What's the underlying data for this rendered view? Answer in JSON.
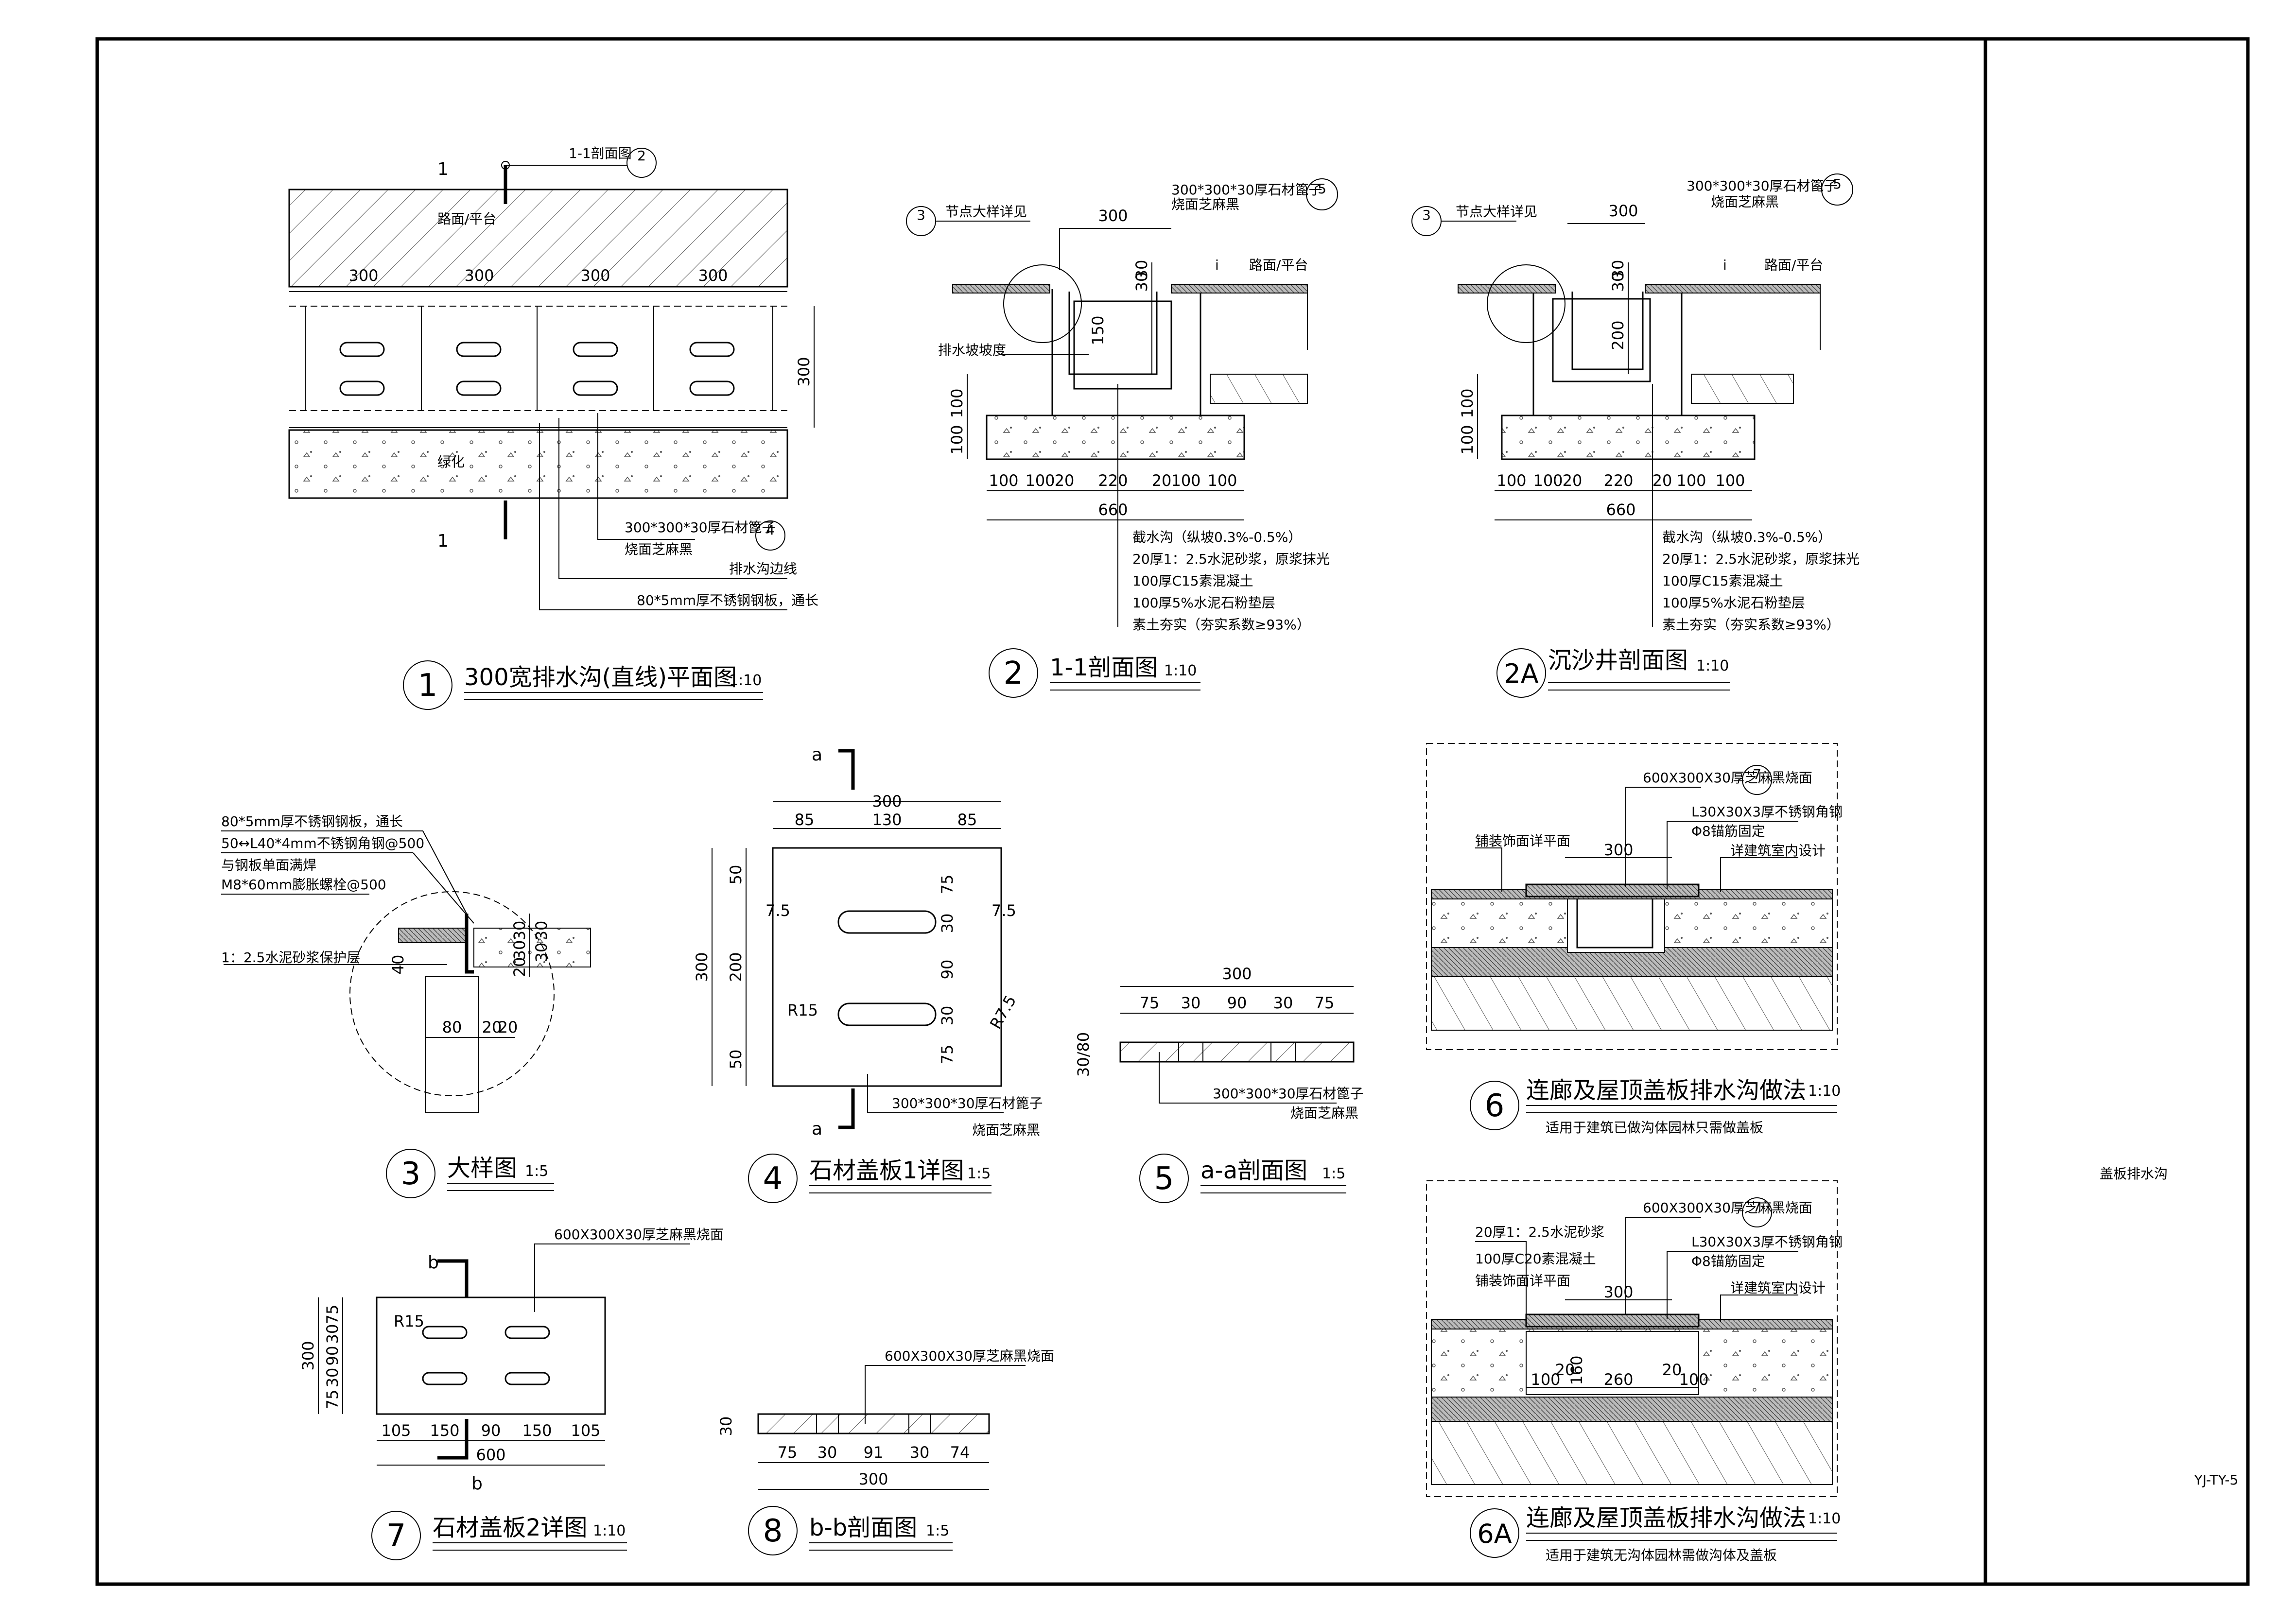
{
  "sheet": {
    "side_title": "盖板排水沟",
    "drawing_no": "YJ-TY-5"
  },
  "d1": {
    "title": "300宽排水沟(直线)平面图",
    "scale": "1:10",
    "num": "1",
    "section_mark": "1",
    "section_ref": "1-1剖面图",
    "section_ref_num": "2",
    "road": "路面/平台",
    "green": "绿化",
    "dims": [
      "300",
      "300",
      "300",
      "300"
    ],
    "dim_side": "300",
    "note1": "300*300*30厚石材篦子",
    "note1_b": "烧面芝麻黑",
    "note1_ref": "4",
    "note2": "排水沟边线",
    "note3": "80*5mm厚不锈钢钢板，通长"
  },
  "d2": {
    "title": "1-1剖面图",
    "scale": "1:10",
    "num": "2",
    "ref_detail": "节点大样详见",
    "ref_detail_num": "3",
    "cover": "300*300*30厚石材篦子",
    "cover_b": "烧面芝麻黑",
    "cover_ref": "5",
    "top_dim": "300",
    "road": "路面/平台",
    "slope_i": "i",
    "v_dims": [
      "30",
      "30",
      "150",
      "100",
      "100"
    ],
    "label_slope": "排水坡坡度",
    "h_dims": [
      "100",
      "100",
      "20",
      "220",
      "20",
      "100",
      "100"
    ],
    "total": "660",
    "layers": [
      "截水沟（纵坡0.3%-0.5%）",
      "20厚1：2.5水泥砂浆，原浆抹光",
      "100厚C15素混凝土",
      "100厚5%水泥石粉垫层",
      "素土夯实（夯实系数≥93%）"
    ]
  },
  "d2a": {
    "title": "沉沙井剖面图",
    "scale": "1:10",
    "num": "2A",
    "ref_detail": "节点大样详见",
    "ref_detail_num": "3",
    "cover": "300*300*30厚石材篦子",
    "cover_b": "烧面芝麻黑",
    "cover_ref": "5",
    "top_dim": "300",
    "road": "路面/平台",
    "slope_i": "i",
    "v_dims": [
      "30",
      "30",
      "200",
      "100",
      "100"
    ],
    "h_dims": [
      "100",
      "100",
      "20",
      "220",
      "20",
      "100",
      "100"
    ],
    "total": "660",
    "layers": [
      "截水沟（纵坡0.3%-0.5%）",
      "20厚1：2.5水泥砂浆，原浆抹光",
      "100厚C15素混凝土",
      "100厚5%水泥石粉垫层",
      "素土夯实（夯实系数≥93%）"
    ]
  },
  "d3": {
    "title": "大样图",
    "scale": "1:5",
    "num": "3",
    "notes": [
      "80*5mm厚不锈钢钢板，通长",
      "50↔L40*4mm不锈钢角钢@500",
      "与钢板单面满焊",
      "M8*60mm膨胀螺栓@500",
      "1：2.5水泥砂浆保护层"
    ],
    "v_dims": [
      "30",
      "30",
      "20",
      "30",
      "30",
      "40"
    ],
    "h_dims": [
      "80",
      "20",
      "20"
    ]
  },
  "d4": {
    "title": "石材盖板1详图",
    "scale": "1:5",
    "num": "4",
    "cut": "a",
    "top": "300",
    "top_parts": [
      "85",
      "130",
      "85"
    ],
    "left_total": "300",
    "left_parts": [
      "50",
      "200",
      "50"
    ],
    "right_parts": [
      "75",
      "30",
      "90",
      "30",
      "75"
    ],
    "side_small": "7.5",
    "r1": "R15",
    "r2": "R7.5",
    "note": "300*300*30厚石材篦子",
    "note_b": "烧面芝麻黑"
  },
  "d5": {
    "title": "a-a剖面图",
    "scale": "1:5",
    "num": "5",
    "top": "300",
    "parts": [
      "75",
      "30",
      "90",
      "30",
      "75"
    ],
    "thk": "30/80",
    "note": "300*300*30厚石材篦子",
    "note_b": "烧面芝麻黑"
  },
  "d6": {
    "title": "连廊及屋顶盖板排水沟做法",
    "scale": "1:10",
    "num": "6",
    "sub": "适用于建筑已做沟体园林只需做盖板",
    "cover": "600X300X30厚芝麻黑烧面",
    "cover_ref": "7",
    "angle": "L30X30X3厚不锈钢角钢",
    "anchor": "Φ8锚筋固定",
    "finish": "铺装饰面详平面",
    "arch": "详建筑室内设计",
    "w": "300"
  },
  "d6a": {
    "title": "连廊及屋顶盖板排水沟做法",
    "scale": "1:10",
    "num": "6A",
    "sub": "适用于建筑无沟体园林需做沟体及盖板",
    "cover": "600X300X30厚芝麻黑烧面",
    "cover_ref": "7",
    "angle": "L30X30X3厚不锈钢角钢",
    "anchor": "Φ8锚筋固定",
    "l1": "20厚1：2.5水泥砂浆",
    "l2": "100厚C20素混凝土",
    "finish": "铺装饰面详平面",
    "arch": "详建筑室内设计",
    "w": "300",
    "dims": [
      "100",
      "20",
      "160",
      "260",
      "20",
      "100"
    ]
  },
  "d7": {
    "title": "石材盖板2详图",
    "scale": "1:10",
    "num": "7",
    "cut": "b",
    "note": "600X300X30厚芝麻黑烧面",
    "r": "R15",
    "left_total": "300",
    "left_parts": [
      "75",
      "30",
      "90",
      "30",
      "75"
    ],
    "bottom": [
      "105",
      "150",
      "90",
      "150",
      "105"
    ],
    "total": "600"
  },
  "d8": {
    "title": "b-b剖面图",
    "scale": "1:5",
    "num": "8",
    "note": "600X300X30厚芝麻黑烧面",
    "thk": "30",
    "parts": [
      "75",
      "30",
      "91",
      "30",
      "74"
    ],
    "total": "300"
  }
}
